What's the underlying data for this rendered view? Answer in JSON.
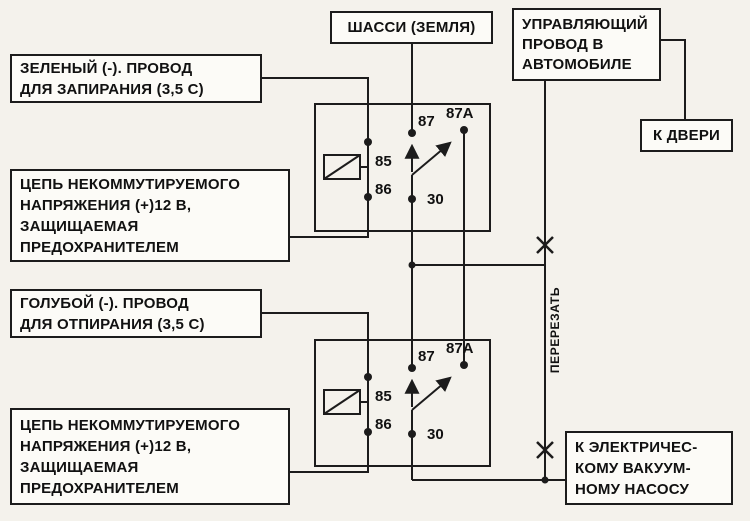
{
  "canvas": {
    "background": "#f4f2ec",
    "line_color": "#1c1c1c"
  },
  "boxes": {
    "chassis": {
      "label": "ШАССИ (ЗЕМЛЯ)"
    },
    "control_wire": {
      "label": "УПРАВЛЯЮЩИЙ\nПРОВОД В\nАВТОМОБИЛЕ"
    },
    "to_door": {
      "label": "К ДВЕРИ"
    },
    "lock_wire": {
      "label": "ЗЕЛЕНЫЙ (-). ПРОВОД\nДЛЯ ЗАПИРАНИЯ (3,5 С)"
    },
    "fused_supply_top": {
      "label": "ЦЕПЬ НЕКОММУТИРУЕМОГО\nНАПРЯЖЕНИЯ (+)12 В,\nЗАЩИЩАЕМАЯ\nПРЕДОХРАНИТЕЛЕМ"
    },
    "unlock_wire": {
      "label": "ГОЛУБОЙ (-). ПРОВОД\nДЛЯ ОТПИРАНИЯ (3,5 С)"
    },
    "fused_supply_bottom": {
      "label": "ЦЕПЬ НЕКОММУТИРУЕМОГО\nНАПРЯЖЕНИЯ (+)12 В,\nЗАЩИЩАЕМАЯ\nПРЕДОХРАНИТЕЛЕМ"
    },
    "vacuum_pump": {
      "label": "К ЭЛЕКТРИЧЕС-\nКОМУ ВАКУУМ-\nНОМУ НАСОСУ"
    }
  },
  "cut_label": "ПЕРЕРЕЗАТЬ",
  "relays": [
    {
      "id": "relay-1",
      "pins": {
        "p85": "85",
        "p86": "86",
        "p87": "87",
        "p87a": "87A",
        "p30": "30"
      }
    },
    {
      "id": "relay-2",
      "pins": {
        "p85": "85",
        "p86": "86",
        "p87": "87",
        "p87a": "87A",
        "p30": "30"
      }
    }
  ]
}
